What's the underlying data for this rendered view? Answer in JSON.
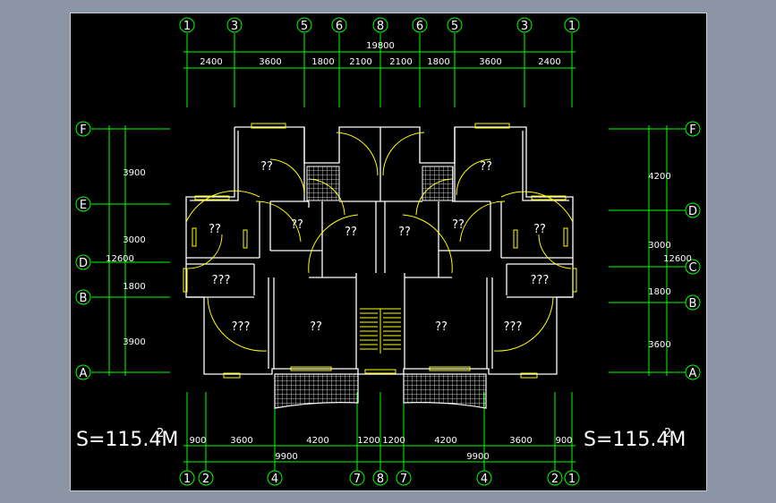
{
  "colors": {
    "background": "#8b95a5",
    "canvas": "#000000",
    "grid": "#00ff00",
    "wall": "#ffffff",
    "window": "#ffff00"
  },
  "top_axes": [
    "1",
    "3",
    "5",
    "6",
    "8",
    "6",
    "5",
    "3",
    "1"
  ],
  "top_total": "19800",
  "top_dims": [
    "2400",
    "3600",
    "1800",
    "2100",
    "2100",
    "1800",
    "3600",
    "2400"
  ],
  "bottom_axes": [
    "1",
    "2",
    "4",
    "7",
    "8",
    "7",
    "4",
    "2",
    "1"
  ],
  "bottom_dims": [
    "900",
    "3600",
    "4200",
    "1200",
    "1200",
    "4200",
    "3600",
    "900"
  ],
  "bottom_totals": [
    "9900",
    "9900"
  ],
  "left_axes": [
    "F",
    "E",
    "D",
    "B",
    "A"
  ],
  "left_dims": [
    "3900",
    "3000",
    "1800",
    "3900"
  ],
  "left_total": "12600",
  "right_axes": [
    "F",
    "D",
    "C",
    "B",
    "A"
  ],
  "right_dims": [
    "4200",
    "3000",
    "1800",
    "3600"
  ],
  "right_total": "12600",
  "area_left": "S=115.4M",
  "area_left_sup": "2",
  "area_right": "S=115.4M",
  "area_right_sup": "2",
  "rooms": [
    "??",
    "??",
    "??",
    "??",
    "??",
    "??",
    "???",
    "???",
    "???",
    "???",
    "??",
    "??",
    "??",
    "??"
  ]
}
